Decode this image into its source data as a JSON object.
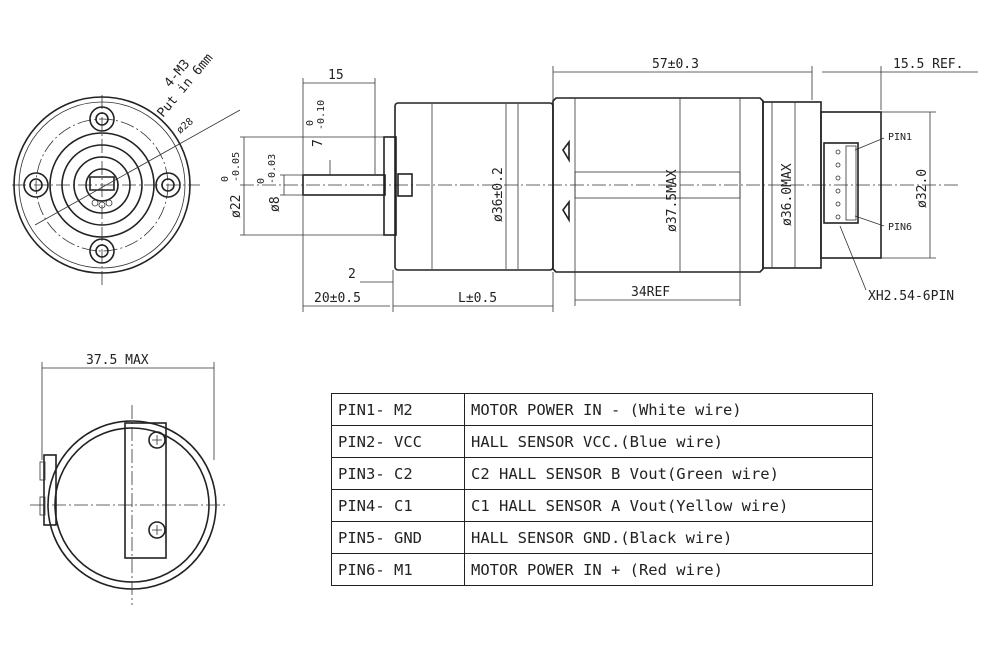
{
  "front_view": {
    "hole_note_1": "4-M3",
    "hole_note_2": "Put in 6mm",
    "pcd": "ø28"
  },
  "side_view": {
    "dim_shaft_length": "15",
    "dim_flat_tol_upper": "0",
    "dim_flat_tol_lower": "-0.10",
    "dim_flat_nominal": "7",
    "dim_shaft_diam_tol_upper": "0",
    "dim_shaft_diam_tol_lower": "-0.03",
    "dim_shaft_diam": "ø8",
    "dim_boss_tol_upper": "0",
    "dim_boss_tol_lower": "-0.05",
    "dim_boss_diam": "ø22",
    "dim_gearbox_diam": "ø36±0.2",
    "dim_motor_diam_max": "ø37.5MAX",
    "dim_motor_diam_36": "ø36.0MAX",
    "dim_encoder_diam": "ø32.0",
    "dim_motor_length": "57±0.3",
    "dim_encoder_length": "15.5 REF.",
    "dim_shoulder": "2",
    "dim_shaft_total": "20±0.5",
    "dim_gearbox_length": "L±0.5",
    "dim_can_length": "34REF",
    "pin1_label": "PIN1",
    "pin6_label": "PIN6",
    "connector_label": "XH2.54-6PIN"
  },
  "rear_view": {
    "dim_max": "37.5 MAX"
  },
  "pin_table": [
    {
      "pin": "PIN1- M2",
      "desc": "MOTOR POWER IN - (White wire)"
    },
    {
      "pin": "PIN2- VCC",
      "desc": "HALL SENSOR VCC.(Blue wire)"
    },
    {
      "pin": "PIN3- C2",
      "desc": "C2 HALL SENSOR B Vout(Green wire)"
    },
    {
      "pin": "PIN4- C1",
      "desc": "C1 HALL SENSOR A Vout(Yellow wire)"
    },
    {
      "pin": "PIN5- GND",
      "desc": "HALL SENSOR GND.(Black wire)"
    },
    {
      "pin": "PIN6- M1",
      "desc": "MOTOR POWER IN + (Red wire)"
    }
  ]
}
